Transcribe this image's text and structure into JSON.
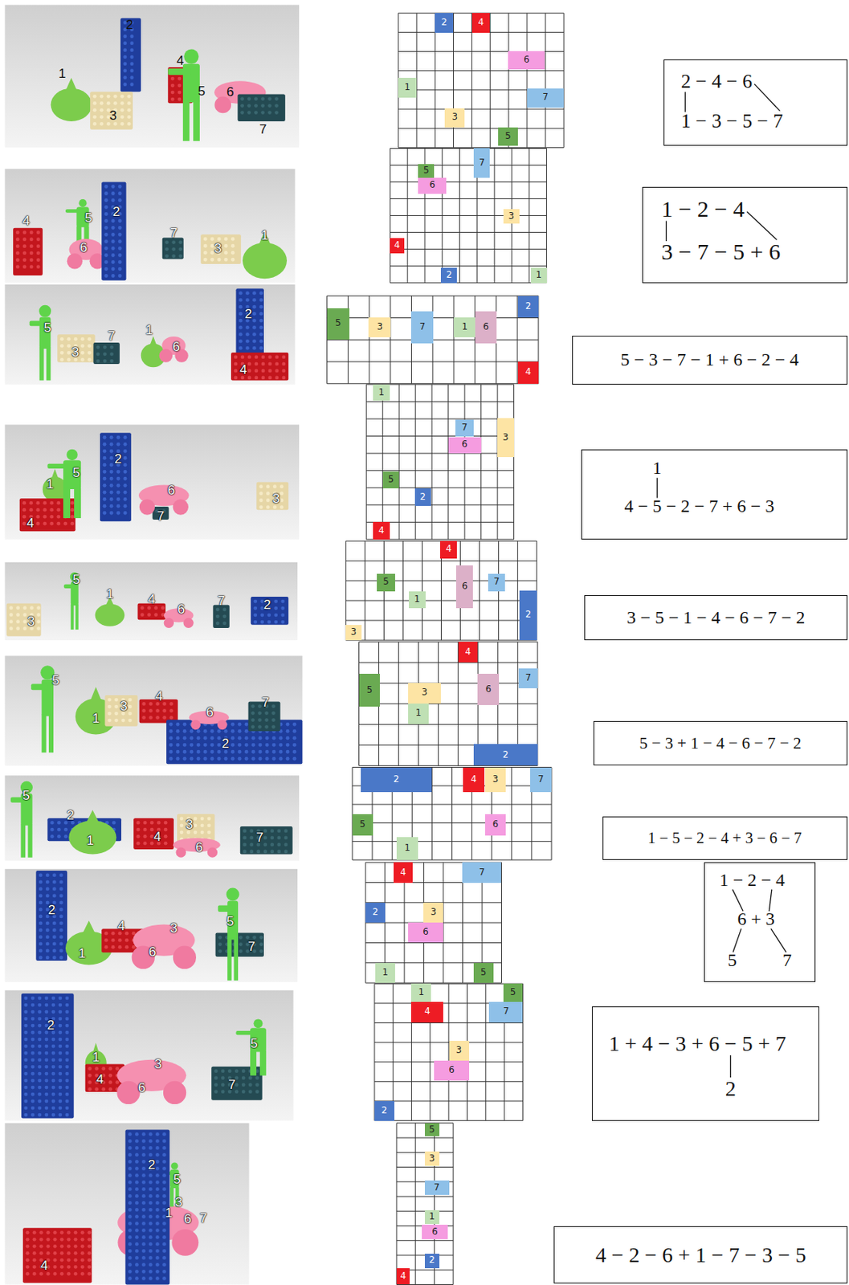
{
  "diagram": {
    "nodes": [
      {
        "text": [
          "2"
        ]
      },
      {
        "text": [
          "4"
        ]
      },
      {
        "text": [
          "6"
        ]
      },
      {
        "text": [
          "1"
        ]
      },
      {
        "text": [
          "7"
        ]
      },
      {
        "text": [
          "3"
        ]
      },
      {
        "text": [
          "5"
        ]
      },
      {
        "text": [
          "2 − 4 − 6",
          "1 − 3 − 5 − 7"
        ]
      },
      {
        "text": [
          "7"
        ]
      },
      {
        "text": [
          "5"
        ]
      },
      {
        "text": [
          "6"
        ]
      },
      {
        "text": [
          "3"
        ]
      },
      {
        "text": [
          "4"
        ]
      },
      {
        "text": [
          "2"
        ]
      },
      {
        "text": [
          "1"
        ]
      },
      {
        "text": [
          "1 − 2 − 4",
          "3 − 7 − 5 + 6"
        ]
      },
      {
        "text": [
          "2"
        ]
      },
      {
        "text": [
          "5"
        ]
      },
      {
        "text": [
          "3"
        ]
      },
      {
        "text": [
          "7"
        ]
      },
      {
        "text": [
          "1"
        ]
      },
      {
        "text": [
          "6"
        ]
      },
      {
        "text": [
          "4"
        ]
      },
      {
        "text": [
          "5 − 3 − 7 − 1 + 6 − 2 − 4"
        ]
      },
      {
        "text": [
          "1"
        ]
      },
      {
        "text": [
          "7"
        ]
      },
      {
        "text": [
          "3"
        ]
      },
      {
        "text": [
          "6"
        ]
      },
      {
        "text": [
          "5"
        ]
      },
      {
        "text": [
          "2"
        ]
      },
      {
        "text": [
          "4"
        ]
      },
      {
        "text": [
          "1",
          "4 − 5 − 2 − 7 + 6 − 3"
        ]
      },
      {
        "text": [
          "4"
        ]
      },
      {
        "text": [
          "5"
        ]
      },
      {
        "text": [
          "6"
        ]
      },
      {
        "text": [
          "7"
        ]
      },
      {
        "text": [
          "1"
        ]
      },
      {
        "text": [
          "2"
        ]
      },
      {
        "text": [
          "3"
        ]
      },
      {
        "text": [
          "3 − 5 − 1 − 4 − 6 − 7 − 2"
        ]
      },
      {
        "text": [
          "4"
        ]
      },
      {
        "text": [
          "7"
        ]
      },
      {
        "text": [
          "5"
        ]
      },
      {
        "text": [
          "3"
        ]
      },
      {
        "text": [
          "6"
        ]
      },
      {
        "text": [
          "1"
        ]
      },
      {
        "text": [
          "2"
        ]
      },
      {
        "text": [
          "5 − 3 + 1 − 4 − 6 − 7 − 2"
        ]
      },
      {
        "text": [
          "2"
        ]
      },
      {
        "text": [
          "4"
        ]
      },
      {
        "text": [
          "3"
        ]
      },
      {
        "text": [
          "7"
        ]
      },
      {
        "text": [
          "5"
        ]
      },
      {
        "text": [
          "6"
        ]
      },
      {
        "text": [
          "1"
        ]
      },
      {
        "text": [
          "1 − 5 − 2 − 4 + 3 − 6 − 7"
        ]
      },
      {
        "text": [
          "4"
        ]
      },
      {
        "text": [
          "7"
        ]
      },
      {
        "text": [
          "2"
        ]
      },
      {
        "text": [
          "3"
        ]
      },
      {
        "text": [
          "6"
        ]
      },
      {
        "text": [
          "1"
        ]
      },
      {
        "text": [
          "5"
        ]
      },
      {
        "text": [
          "1 − 2 − 4",
          "6 + 3",
          "5",
          "7"
        ]
      },
      {
        "text": [
          "1"
        ]
      },
      {
        "text": [
          "5"
        ]
      },
      {
        "text": [
          "4"
        ]
      },
      {
        "text": [
          "7"
        ]
      },
      {
        "text": [
          "3"
        ]
      },
      {
        "text": [
          "6"
        ]
      },
      {
        "text": [
          "2"
        ]
      },
      {
        "text": [
          "1 + 4 − 3 + 6 − 5 + 7",
          "2"
        ]
      },
      {
        "text": [
          "5"
        ]
      },
      {
        "text": [
          "3"
        ]
      },
      {
        "text": [
          "7"
        ]
      },
      {
        "text": [
          "1"
        ]
      },
      {
        "text": [
          "6"
        ]
      },
      {
        "text": [
          "2"
        ]
      },
      {
        "text": [
          "4"
        ]
      },
      {
        "text": [
          "4 − 2 − 6 + 1 − 7 − 3 − 5"
        ]
      }
    ],
    "labels": [
      "1",
      "2",
      "3",
      "4",
      "5",
      "6",
      "7",
      "4",
      "5",
      "2",
      "6",
      "7",
      "3",
      "1",
      "5",
      "3",
      "7",
      "1",
      "6",
      "2",
      "4",
      "1",
      "5",
      "2",
      "4",
      "6",
      "7",
      "3",
      "3",
      "5",
      "1",
      "4",
      "6",
      "7",
      "2",
      "5",
      "1",
      "3",
      "4",
      "6",
      "7",
      "2",
      "5",
      "2",
      "1",
      "4",
      "3",
      "6",
      "7",
      "2",
      "1",
      "4",
      "6",
      "3",
      "5",
      "7",
      "2",
      "1",
      "4",
      "6",
      "3",
      "7",
      "5",
      "4",
      "2",
      "5",
      "1",
      "3",
      "6",
      "7"
    ]
  }
}
